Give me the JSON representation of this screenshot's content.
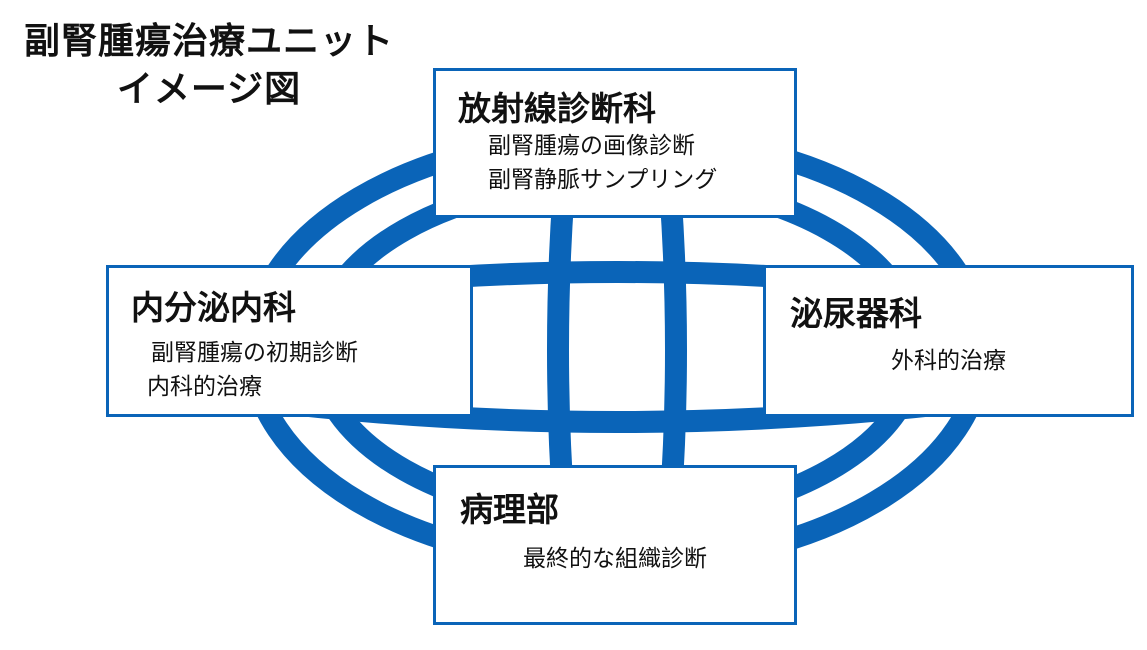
{
  "title": {
    "line1": "副腎腫瘍治療ユニット",
    "line2": "イメージ図"
  },
  "departments": {
    "radiology": {
      "name": "放射線診断科",
      "roles": [
        "副腎腫瘍の画像診断",
        "副腎静脈サンプリング"
      ]
    },
    "endocrinology": {
      "name": "内分泌内科",
      "roles": [
        "副腎腫瘍の初期診断",
        "内科的治療"
      ]
    },
    "urology": {
      "name": "泌尿器科",
      "roles": [
        "外科的治療"
      ]
    },
    "pathology": {
      "name": "病理部",
      "roles": [
        "最終的な組織診断"
      ]
    }
  },
  "colors": {
    "network_blue": "#0a64b8",
    "box_border": "#0a64b8",
    "text": "#111111"
  }
}
